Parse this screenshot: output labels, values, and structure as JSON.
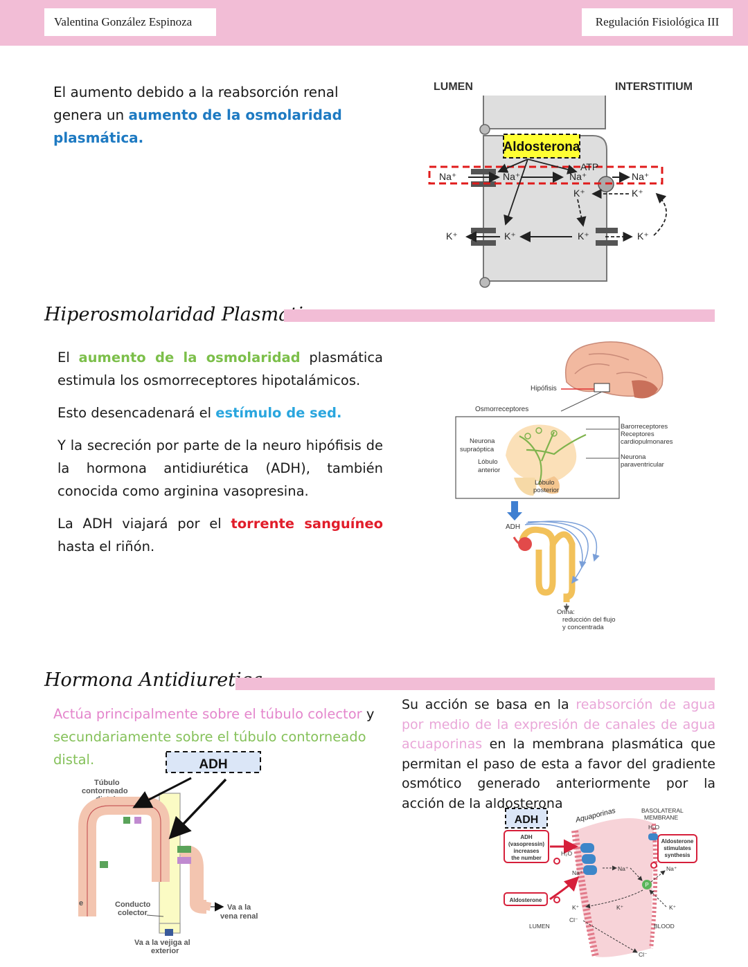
{
  "header": {
    "author": "Valentina González Espinoza",
    "course": "Regulación Fisiológica III"
  },
  "section1": {
    "text_a": "El aumento debido a la reabsorción renal genera un ",
    "text_highlight": "aumento de la osmolaridad plasmática."
  },
  "figure1": {
    "lumen": "LUMEN",
    "interstitium": "INTERSTITIUM",
    "aldosterona": "Aldosterona",
    "atp": "ATP",
    "na": "Na⁺",
    "k": "K⁺"
  },
  "section2": {
    "title": "Hiperosmolaridad Plasmatica",
    "p1_a": "El ",
    "p1_hl": "aumento de la osmolaridad",
    "p1_b": " plasmática estimula los osmorreceptores hipotalámicos.",
    "p2_a": "Esto desencadenará el ",
    "p2_hl": "estímulo de sed.",
    "p3": "Y la secreción por parte de la neuro hipófisis de la hormona antidiurética (ADH), también conocida como arginina vasopresina.",
    "p4_a": "La ADH viajará por el ",
    "p4_hl": "torrente sanguíneo",
    "p4_b": " hasta el riñón."
  },
  "figure2": {
    "hipofisis": "Hipófisis",
    "osmorreceptores": "Osmorreceptores",
    "neurona_supraoptica_1": "Neurona",
    "neurona_supraoptica_2": "supraóptica",
    "lobulo_anterior_1": "Lóbulo",
    "lobulo_anterior_2": "anterior",
    "lobulo_posterior_1": "Lóbulo",
    "lobulo_posterior_2": "posterior",
    "baro_1": "Barorreceptores",
    "baro_2": "Receptores",
    "baro_3": "cardiopulmonares",
    "paraventricular_1": "Neurona",
    "paraventricular_2": "paraventricular",
    "adh": "ADH",
    "orina_1": "Orina:",
    "orina_2": "reducción del flujo",
    "orina_3": "y concentrada"
  },
  "section3": {
    "title": "Hormona Antidiuretica",
    "left_a": "Actúa principalmente sobre el túbulo colector",
    "left_b": " y ",
    "left_c": "secundariamente sobre el túbulo contorneado distal.",
    "right_a": "Su acción se basa en la ",
    "right_hl": "reabsorción de agua por medio de la expresión de canales de agua acuaporinas",
    "right_b": " en la membrana plasmática que permitan el paso de esta a favor del gradiente osmótico generado anteriormente por la acción de la aldosterona"
  },
  "figure3": {
    "adh": "ADH",
    "tubulo_1": "Túbulo",
    "tubulo_2": "contorneado",
    "tubulo_3": "distal",
    "conducto_1": "Conducto",
    "conducto_2": "colector",
    "vena_1": "Va a la",
    "vena_2": "vena renal",
    "vejiga_1": "Va a la vejiga al",
    "vejiga_2": "exterior",
    "cut": "e"
  },
  "figure4": {
    "adh": "ADH",
    "acuaporinas": "Aquaporinas",
    "basolateral_1": "BASOLATERAL",
    "basolateral_2": "MEMBRANE",
    "adh_box_1": "ADH",
    "adh_box_2": "(vasopressin)",
    "adh_box_3": "increases",
    "adh_box_4": "the number",
    "aldo_box_1": "Aldosterone",
    "aldo_box_2": "stimulates",
    "aldo_box_3": "synthesis",
    "aldosterone": "Aldosterone",
    "h2o": "H₂O",
    "na": "Na⁺",
    "k": "K⁺",
    "cl": "Cl⁻",
    "p": "P",
    "lumen": "LUMEN",
    "blood": "BLOOD"
  }
}
